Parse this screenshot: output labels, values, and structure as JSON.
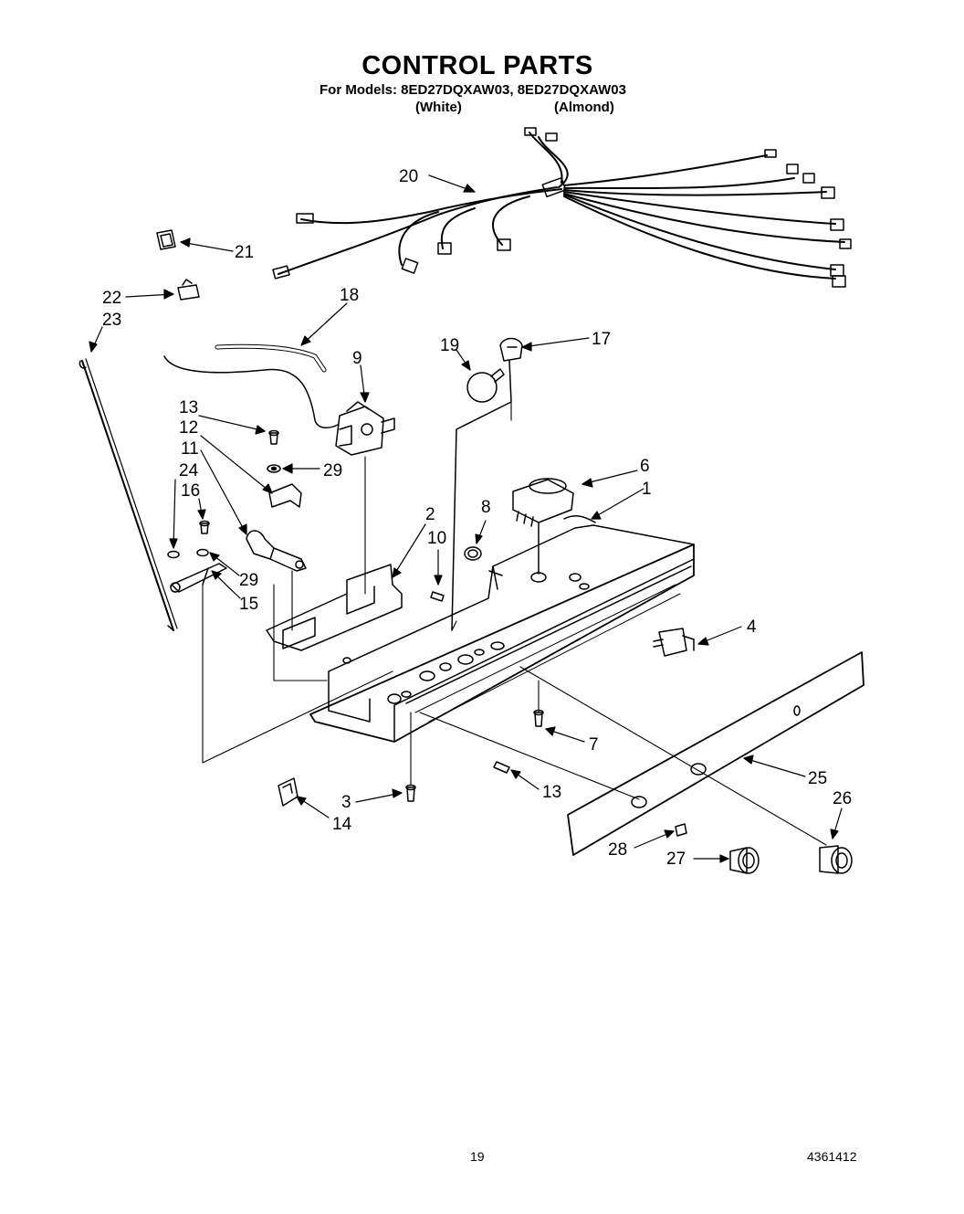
{
  "header": {
    "title": "CONTROL PARTS",
    "models_line": "For Models: 8ED27DQXAW03, 8ED27DQXAW03",
    "variant_white": "(White)",
    "variant_almond": "(Almond)"
  },
  "footer": {
    "page_number": "19",
    "document_number": "4361412"
  },
  "callouts": {
    "c1": "1",
    "c2": "2",
    "c3": "3",
    "c4": "4",
    "c6": "6",
    "c7": "7",
    "c8": "8",
    "c9": "9",
    "c10": "10",
    "c11": "11",
    "c12": "12",
    "c13a": "13",
    "c13b": "13",
    "c14": "14",
    "c15": "15",
    "c16": "16",
    "c17": "17",
    "c18": "18",
    "c19": "19",
    "c20": "20",
    "c21": "21",
    "c22": "22",
    "c23": "23",
    "c24": "24",
    "c25": "25",
    "c26": "26",
    "c27": "27",
    "c28": "28",
    "c29a": "29",
    "c29b": "29"
  }
}
